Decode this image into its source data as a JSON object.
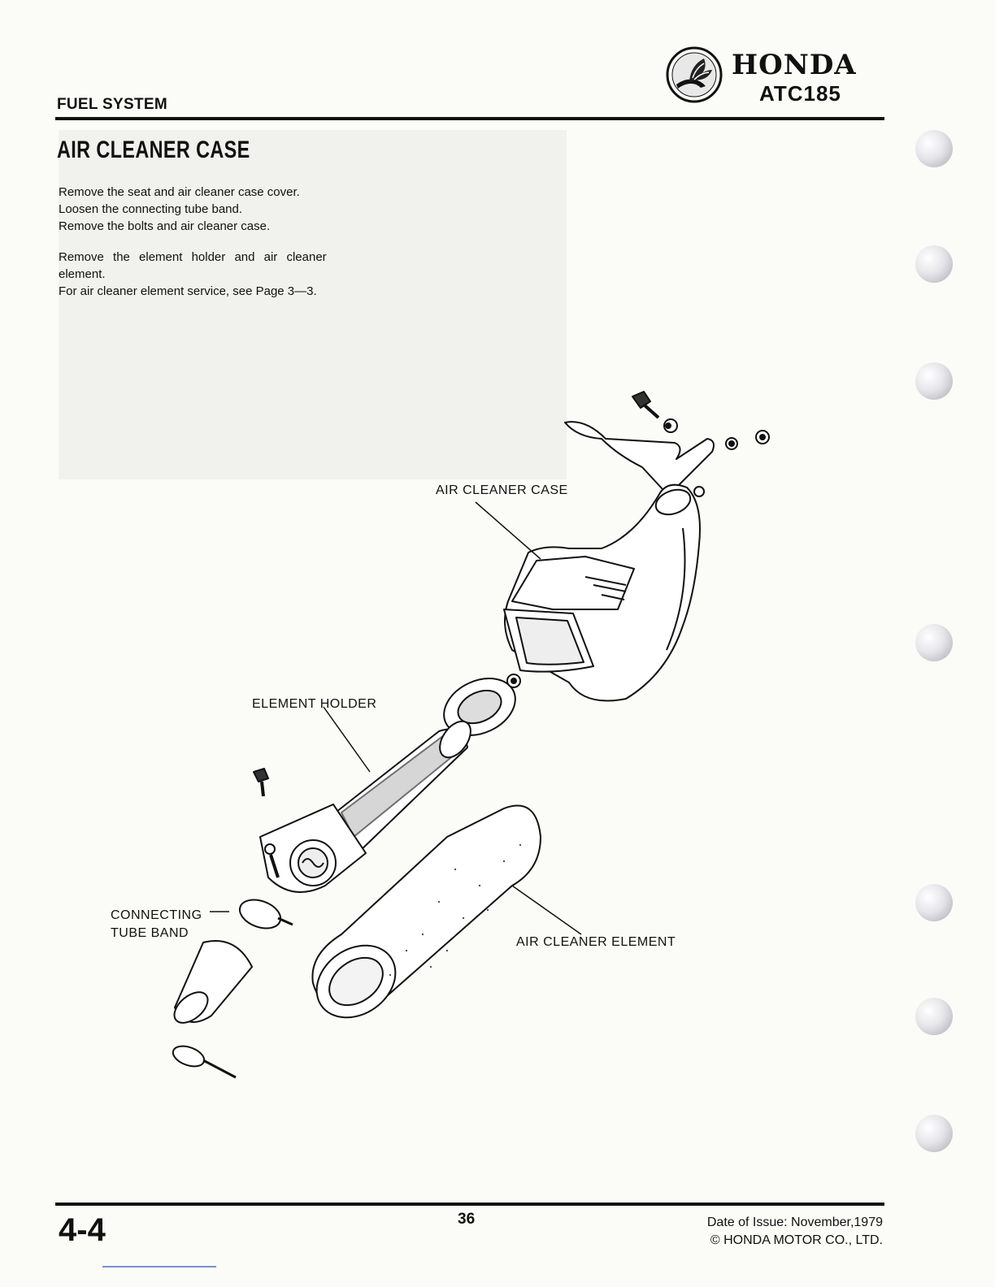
{
  "header": {
    "section": "FUEL SYSTEM",
    "brand": "HONDA",
    "model": "ATC185"
  },
  "main": {
    "title": "AIR CLEANER CASE",
    "paragraph1": [
      "Remove the seat and air cleaner case cover.",
      "Loosen the connecting tube band.",
      "Remove the bolts and air cleaner case."
    ],
    "paragraph2": [
      "Remove the element holder and air cleaner",
      "element.",
      "For air cleaner element service, see Page 3—3."
    ]
  },
  "diagram": {
    "labels": {
      "case": "AIR CLEANER CASE",
      "holder": "ELEMENT HOLDER",
      "band_line1": "CONNECTING",
      "band_line2": "TUBE BAND",
      "element": "AIR CLEANER ELEMENT"
    }
  },
  "footer": {
    "page_number": "4-4",
    "center_number": "36",
    "issue_date": "Date of Issue: November,1979",
    "copyright": "© HONDA MOTOR CO., LTD."
  },
  "icons": {
    "logo": "honda-wing-logo-icon",
    "holes": "binder-hole-icon"
  }
}
